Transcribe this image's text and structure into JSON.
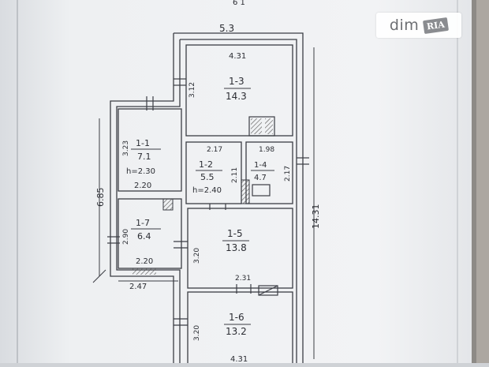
{
  "header_fragment": "6 1",
  "watermark": {
    "brand": "dim",
    "badge": "RIA"
  },
  "dims": {
    "top_width": "5.3",
    "room13_width": "4.31",
    "room13_side": "3.12",
    "left_total": "6.85",
    "room11_side": "3.23",
    "room11_bottom": "2.20",
    "room12_top": "2.17",
    "room12_side": "2.11",
    "room14_top": "1.98",
    "right_mid": "2.17",
    "right_long": "14.31",
    "room17_side": "2.90",
    "room17_bottom": "2.20",
    "bottom_ext": "2.47",
    "room15_side": "3.20",
    "room15_bottom": "2.31",
    "room16_side": "3.20",
    "room16_bottom": "4.31"
  },
  "rooms": [
    {
      "id": "1-1",
      "area": "7.1",
      "note": "h=2.30"
    },
    {
      "id": "1-2",
      "area": "5.5",
      "note": "h=2.40"
    },
    {
      "id": "1-3",
      "area": "14.3"
    },
    {
      "id": "1-4",
      "area": "4.7"
    },
    {
      "id": "1-5",
      "area": "13.8"
    },
    {
      "id": "1-6",
      "area": "13.2"
    },
    {
      "id": "1-7",
      "area": "6.4"
    }
  ]
}
